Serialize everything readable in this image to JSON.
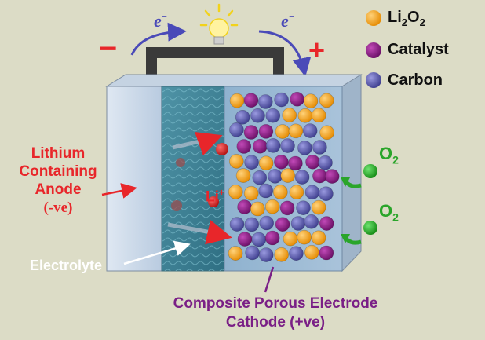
{
  "electron_left": "e",
  "electron_left_sup": "−",
  "electron_right": "e",
  "electron_right_sup": "−",
  "minus_sign": "−",
  "plus_sign": "+",
  "legend": [
    {
      "label": "Li2O2",
      "color": "#f5a21c"
    },
    {
      "label": "Catalyst",
      "color": "#8e1a86"
    },
    {
      "label": "Carbon",
      "color": "#5f5fb0"
    }
  ],
  "anode_label": {
    "line1": "Lithium",
    "line2": "Containing",
    "line3": "Anode",
    "line4": "(-ve)"
  },
  "li_ion": "Li",
  "li_ion_sup": "+",
  "o2_top": "O",
  "o2_bottom": "O",
  "o2_sub": "2",
  "electrolyte_label": "Electrolyte",
  "cathode_line1": "Composite Porous Electrode",
  "cathode_line2": "Cathode (+ve)",
  "colors": {
    "red": "#e8262a",
    "purple": "#7a1f86",
    "green": "#2aa52a",
    "li2o2": "#f5a21c",
    "catalyst": "#8e1a86",
    "carbon": "#5f5fb0"
  }
}
